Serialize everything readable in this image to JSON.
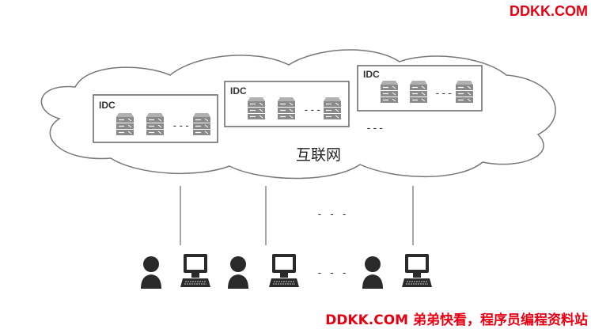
{
  "watermark_top": "DDKK.COM",
  "watermark_bottom": "DDKK.COM 弟弟快看，程序员编程资料站",
  "diagram": {
    "cloud_label": "互联网",
    "idc_boxes": [
      {
        "label": "IDC"
      },
      {
        "label": "IDC"
      },
      {
        "label": "IDC"
      }
    ],
    "ellipsis": "---",
    "connector_ellipsis": "- - -",
    "client_ellipsis": "- - -"
  }
}
